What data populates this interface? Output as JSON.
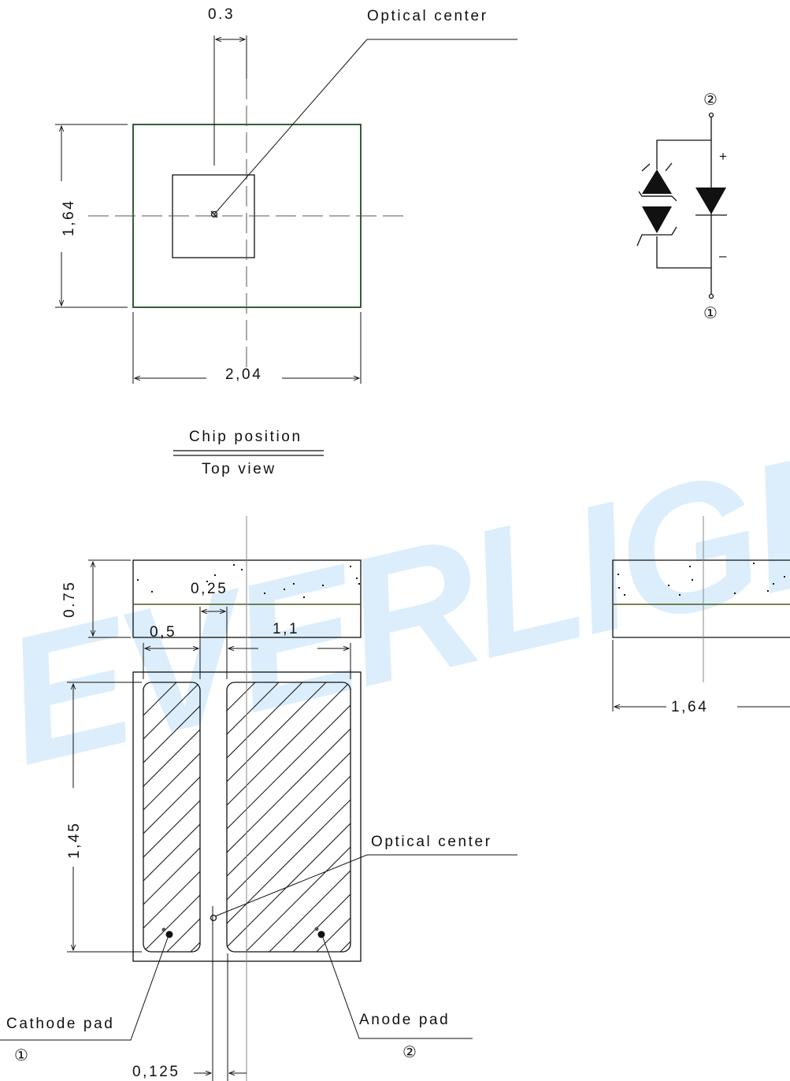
{
  "watermark": "EVERLIGHT",
  "top_view": {
    "dim_offset": "0.3",
    "optical_center": "Optical center",
    "dim_height": "1,64",
    "dim_width": "2,04",
    "caption_top": "Chip position",
    "caption_bottom": "Top view"
  },
  "schematic": {
    "pin_top": "②",
    "pin_bottom": "①",
    "plus": "+",
    "minus": "–"
  },
  "side_views": {
    "dim_thickness": "0.75",
    "dim_depth": "1,64"
  },
  "bottom_view": {
    "dim_gap": "0,25",
    "dim_cathode_width": "0,5",
    "dim_anode_width": "1,1",
    "optical_center": "Optical center",
    "dim_pad_height": "1,45",
    "cathode_label": "Cathode pad",
    "cathode_pin": "①",
    "anode_label": "Anode pad",
    "anode_pin": "②",
    "dim_center_offset": "0,125"
  }
}
